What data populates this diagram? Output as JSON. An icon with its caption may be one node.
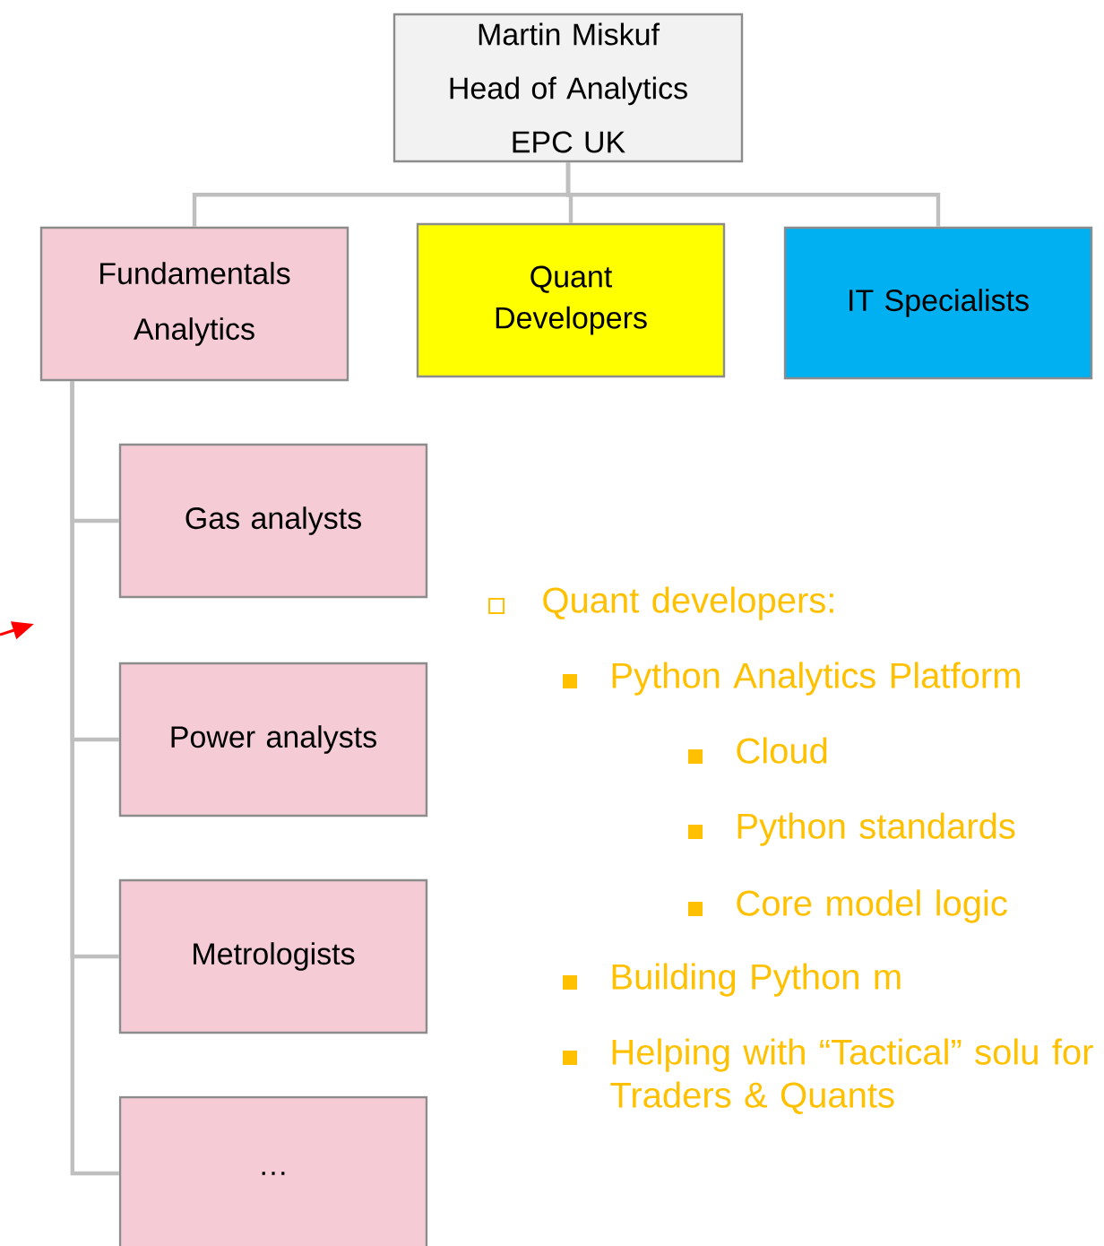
{
  "diagram": {
    "nodes": [
      {
        "text": [
          "Martin Miskuf",
          "Head of Analytics",
          "EPC UK"
        ]
      },
      {
        "text": [
          "Fundamentals Analytics"
        ]
      },
      {
        "text": [
          "Quant Developers"
        ]
      },
      {
        "text": [
          "IT Specialists"
        ]
      },
      {
        "text": [
          "Gas analysts"
        ]
      },
      {
        "text": [
          "Power analysts"
        ]
      },
      {
        "text": [
          "Metrologists"
        ]
      },
      {
        "text": [
          "…"
        ]
      }
    ],
    "edges": [
      {
        "from": 0,
        "to": 1,
        "arrow": "none"
      },
      {
        "from": 0,
        "to": 2,
        "arrow": "none"
      },
      {
        "from": 0,
        "to": 3,
        "arrow": "none"
      },
      {
        "from": 1,
        "to": 4,
        "arrow": "none"
      },
      {
        "from": 1,
        "to": 5,
        "arrow": "none"
      },
      {
        "from": 1,
        "to": 6,
        "arrow": "none"
      },
      {
        "from": 1,
        "to": 7,
        "arrow": "none"
      }
    ],
    "labels": [
      "Quant developers:",
      "Python Analytics Platform",
      "Cloud",
      "Python standards",
      "Core model logic",
      "Building Python m",
      "Helping with “Tactical” solu for Traders & Quants"
    ]
  }
}
